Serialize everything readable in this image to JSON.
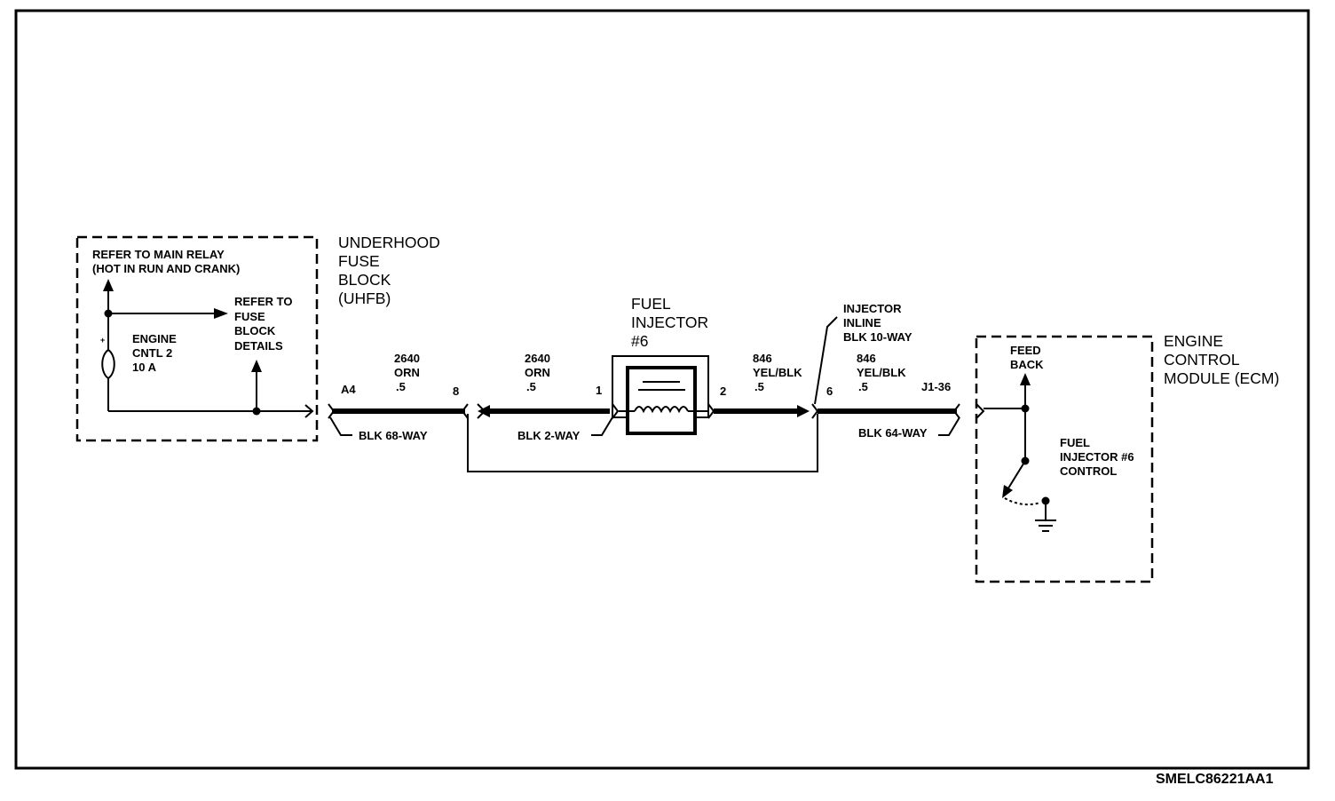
{
  "relay_box": {
    "refer_main_relay": "REFER TO MAIN RELAY",
    "hot_in_run": "(HOT IN RUN AND CRANK)",
    "fuse_name": "ENGINE",
    "fuse_name2": "CNTL 2",
    "fuse_rating": "10 A",
    "refer_fuse_1": "REFER TO",
    "refer_fuse_2": "FUSE",
    "refer_fuse_3": "BLOCK",
    "refer_fuse_4": "DETAILS"
  },
  "uhfb": {
    "line1": "UNDERHOOD",
    "line2": "FUSE",
    "line3": "BLOCK",
    "line4": "(UHFB)"
  },
  "injector": {
    "line1": "FUEL",
    "line2": "INJECTOR",
    "line3": "#6"
  },
  "inline_conn": {
    "line1": "INJECTOR",
    "line2": "INLINE",
    "line3": "BLK 10-WAY"
  },
  "ecm": {
    "line1": "ENGINE",
    "line2": "CONTROL",
    "line3": "MODULE (ECM)",
    "feed1": "FEED",
    "feed2": "BACK",
    "ctrl1": "FUEL",
    "ctrl2": "INJECTOR #6",
    "ctrl3": "CONTROL"
  },
  "wires": [
    {
      "circuit": "2640",
      "color": "ORN",
      "size": ".5"
    },
    {
      "circuit": "2640",
      "color": "ORN",
      "size": ".5"
    },
    {
      "circuit": "846",
      "color": "YEL/BLK",
      "size": ".5"
    },
    {
      "circuit": "846",
      "color": "YEL/BLK",
      "size": ".5"
    }
  ],
  "pins": {
    "a4": "A4",
    "p8": "8",
    "p1": "1",
    "p2": "2",
    "p6": "6",
    "j136": "J1-36"
  },
  "connectors": {
    "blk68": "BLK 68-WAY",
    "blk2": "BLK 2-WAY",
    "blk64": "BLK 64-WAY"
  },
  "figure_id": "SMELC86221AA1"
}
